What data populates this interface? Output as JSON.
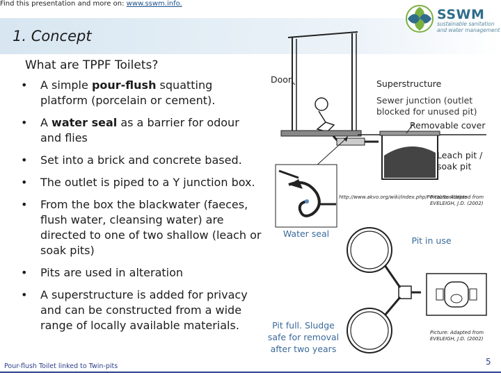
{
  "top_line": {
    "prefix": "Find this presentation and more on: ",
    "link": "www.sswm.info."
  },
  "header": {
    "section_title": "1. Concept"
  },
  "logo": {
    "name": "SSWM",
    "sub1": "sustainable sanitation",
    "sub2": "and water management"
  },
  "subtitle": "What are TPPF Toilets?",
  "bullets": [
    [
      "A simple ",
      "pour-flush",
      " squatting platform (porcelain or cement)."
    ],
    [
      "A ",
      "water seal",
      " as a barrier for odour and flies"
    ],
    [
      "Set into a brick and concrete based.",
      "",
      ""
    ],
    [
      "The outlet is piped to a Y junction box.",
      "",
      ""
    ],
    [
      "From the box the blackwater (faeces, flush water, cleansing water) are directed to one of two shallow (leach or soak pits)",
      "",
      ""
    ],
    [
      "Pits are used in alteration",
      "",
      ""
    ],
    [
      "A superstructure is added for privacy and can be constructed from a wide range of locally available materials.",
      "",
      ""
    ]
  ],
  "diagram_labels": {
    "door": "Door",
    "superstructure": "Superstructure",
    "sewer_junction": "Sewer junction (outlet blocked for unused pit)",
    "removable_cover": "Removable cover",
    "leach_pit": "Leach pit / soak pit",
    "water_seal": "Water seal",
    "pit_in_use": "Pit in use",
    "pit_full": "Pit full. Sludge safe for removal after two years",
    "source_url": "http://www.akvo.org/wiki/index.php/Portal:Sanitation",
    "picture_credit_1": "Picture: Adapted from EVELEIGH, J.D. (2002)",
    "picture_credit_2": "Picture: Adapted from EVELEIGH, J.D. (2002)"
  },
  "footer": "Pour-flush Toilet linked to Twin-pits",
  "page_number": "5",
  "colors": {
    "header_band": "#d7e6f1",
    "accent_blue": "#2c3e8a",
    "logo_green": "#7bb042",
    "logo_blue": "#2f6d8a"
  }
}
